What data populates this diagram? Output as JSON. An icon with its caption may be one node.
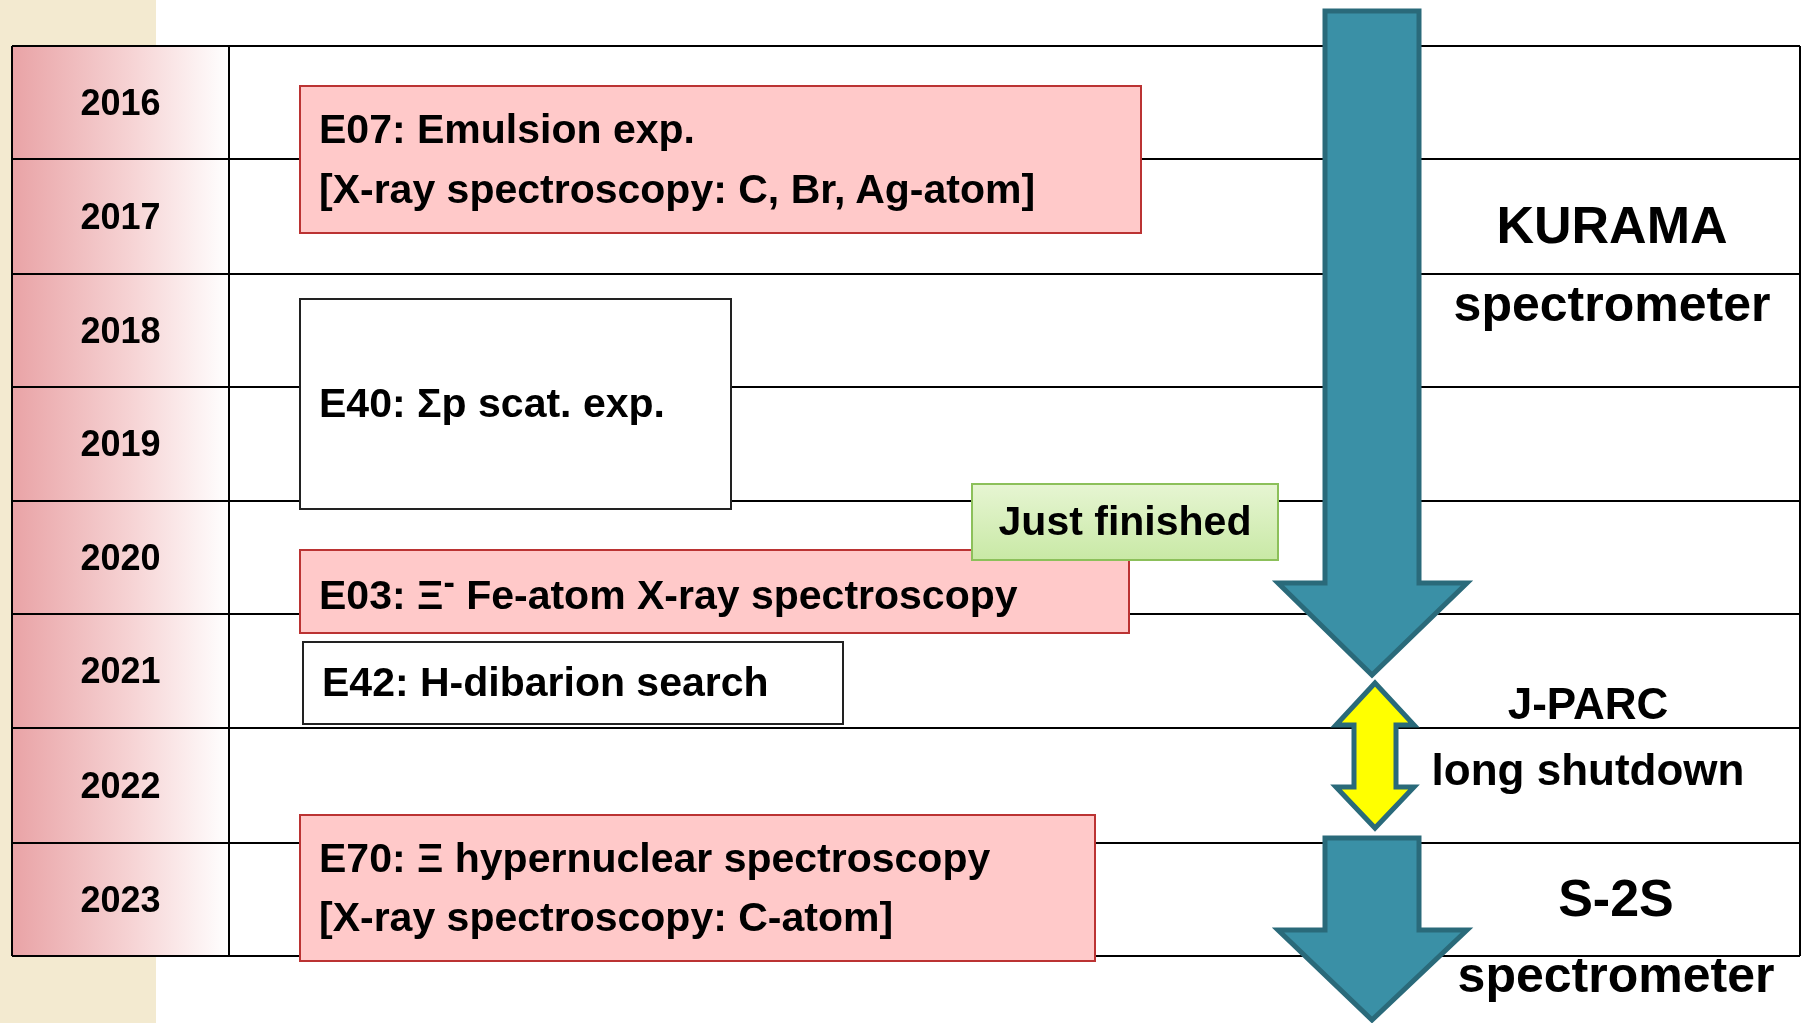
{
  "diagram": {
    "nodes": [
      {
        "text": [
          "E07: Emulsion exp.",
          "[X-ray spectroscopy: C, Br, Ag-atom]"
        ]
      },
      {
        "text": [
          "E40: Σp scat. exp."
        ]
      },
      {
        "text": [
          "Just finished"
        ]
      },
      {
        "text": [
          "E03: Ξ$^{-}$ Fe-atom X-ray spectroscopy"
        ]
      },
      {
        "text": [
          "E42: H-dibarion search"
        ]
      },
      {
        "text": [
          "E70: Ξ hypernuclear spectroscopy",
          "[X-ray spectroscopy: C-atom]"
        ]
      }
    ],
    "labels": [
      "2016",
      "2017",
      "2018",
      "2019",
      "2020",
      "2021",
      "2022",
      "2023",
      "KURAMA",
      "spectrometer",
      "J-PARC",
      "long shutdown",
      "S-2S",
      "spectrometer"
    ]
  }
}
